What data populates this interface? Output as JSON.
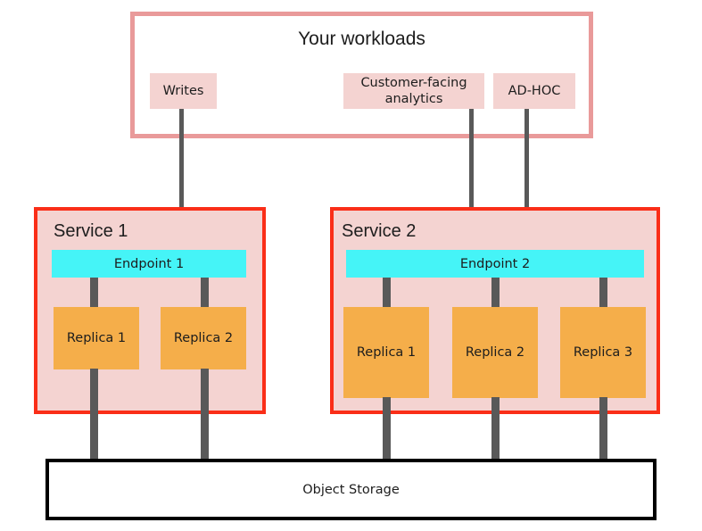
{
  "diagram": {
    "workloads": {
      "title": "Your workloads",
      "chips": [
        {
          "label": "Writes"
        },
        {
          "label": "Customer-facing analytics"
        },
        {
          "label": "AD-HOC"
        }
      ]
    },
    "services": [
      {
        "label": "Service 1",
        "endpoint": "Endpoint 1",
        "replicas": [
          {
            "label": "Replica 1"
          },
          {
            "label": "Replica 2"
          }
        ]
      },
      {
        "label": "Service 2",
        "endpoint": "Endpoint 2",
        "replicas": [
          {
            "label": "Replica 1"
          },
          {
            "label": "Replica 2"
          },
          {
            "label": "Replica 3"
          }
        ]
      }
    ],
    "storage": {
      "label": "Object Storage"
    },
    "colors": {
      "workloads_border": "#e99a9a",
      "chip_fill": "#f4d3d1",
      "service_border": "#fa2e18",
      "service_fill": "#f4d3d1",
      "endpoint_fill": "#45f4f7",
      "replica_fill": "#f5ae4a",
      "connector": "#595959",
      "storage_border": "#000000",
      "background": "#ffffff"
    }
  }
}
